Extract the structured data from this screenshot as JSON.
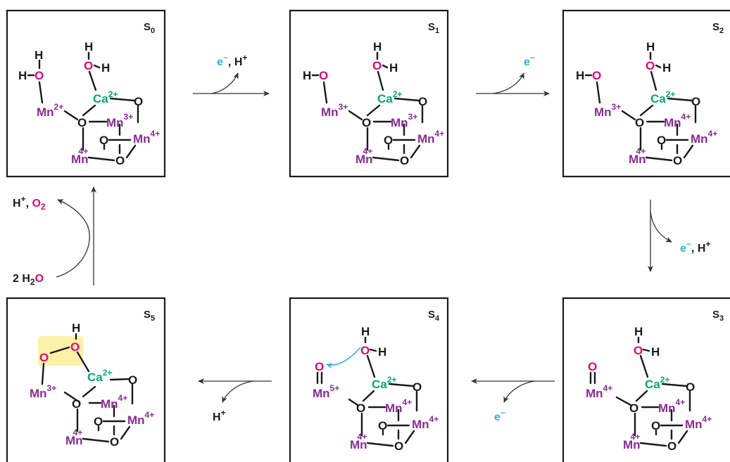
{
  "colors": {
    "oxygen": "#e6007e",
    "calcium": "#00a875",
    "manganese": "#8b2a96",
    "electron": "#2bb3e6",
    "ink": "#1a1a1a",
    "highlight": "#fdf1a8"
  },
  "states": [
    {
      "main": "S",
      "sub": "0"
    },
    {
      "main": "S",
      "sub": "1"
    },
    {
      "main": "S",
      "sub": "2"
    },
    {
      "main": "S",
      "sub": "3"
    },
    {
      "main": "S",
      "sub": "4"
    },
    {
      "main": "S",
      "sub": "5"
    }
  ],
  "symbols": {
    "H": "H",
    "O": "O",
    "Ca": "Ca",
    "Mn": "Mn"
  },
  "charges": {
    "s0": {
      "ca": "2+",
      "mn_left": "2+",
      "mn_mid": "3+",
      "mn_right": "4+",
      "mn_bottom": "4+"
    },
    "s1": {
      "ca": "2+",
      "mn_left": "3+",
      "mn_mid": "3+",
      "mn_right": "4+",
      "mn_bottom": "4+"
    },
    "s2": {
      "ca": "2+",
      "mn_left": "3+",
      "mn_mid": "4+",
      "mn_right": "4+",
      "mn_bottom": "4+"
    },
    "s3": {
      "ca": "2+",
      "mn_left": "4+",
      "mn_mid": "4+",
      "mn_right": "4+",
      "mn_bottom": "4+"
    },
    "s4": {
      "ca": "2+",
      "mn_left": "5+",
      "mn_mid": "4+",
      "mn_right": "4+",
      "mn_bottom": "4+"
    },
    "s5": {
      "ca": "2+",
      "mn_left": "3+",
      "mn_mid": "4+",
      "mn_right": "4+",
      "mn_bottom": "4+"
    }
  },
  "transitions": {
    "s0_s1": {
      "e": "e",
      "e_sup": "−",
      "sep": ", ",
      "h": "H",
      "h_sup": "+"
    },
    "s1_s2": {
      "e": "e",
      "e_sup": "−"
    },
    "s2_s3": {
      "e": "e",
      "e_sup": "−",
      "sep": ", ",
      "h": "H",
      "h_sup": "+"
    },
    "s3_s4": {
      "e": "e",
      "e_sup": "−"
    },
    "s4_s5": {
      "h": "H",
      "h_sup": "+"
    },
    "s5_s0_out": {
      "h": "H",
      "h_sup": "+",
      "sep": ", ",
      "o": "O",
      "o_sub": "2"
    },
    "s5_s0_in": {
      "num": "2 H",
      "num_sub": "2",
      "o": "O"
    }
  }
}
